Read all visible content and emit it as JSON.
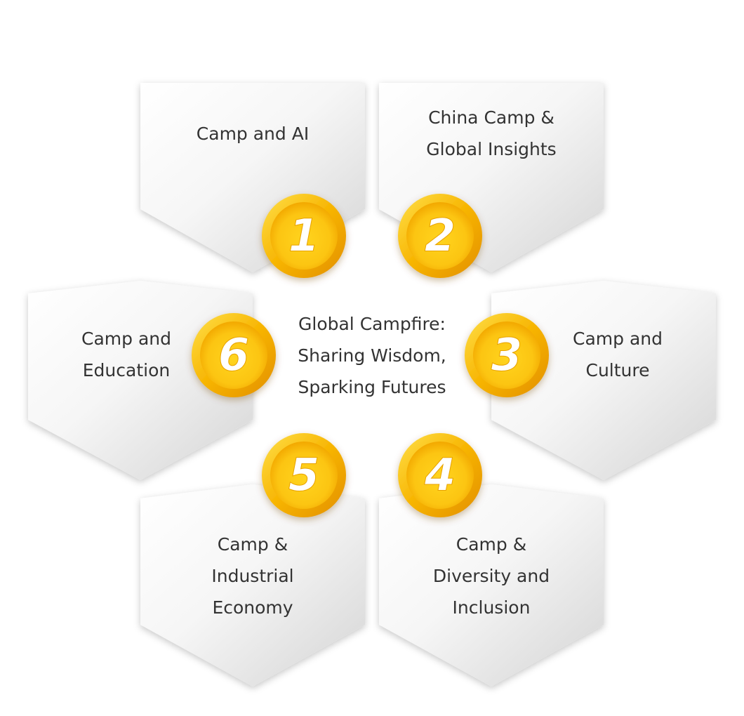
{
  "center": {
    "title": "Global Campfire:\nSharing Wisdom,\nSparking Futures"
  },
  "segments": [
    {
      "number": "1",
      "label": "Camp and AI"
    },
    {
      "number": "2",
      "label": "China Camp &\nGlobal Insights"
    },
    {
      "number": "3",
      "label": "Camp and\nCulture"
    },
    {
      "number": "4",
      "label": "Camp &\nDiversity and\nInclusion"
    },
    {
      "number": "5",
      "label": "Camp &\nIndustrial\nEconomy"
    },
    {
      "number": "6",
      "label": "Camp and\nEducation"
    }
  ],
  "colors": {
    "badge_light": "#FFD21F",
    "badge_dark": "#F0A000",
    "badge_rim": "#F6B200",
    "hex_light": "#FFFFFF",
    "hex_shade": "#D6D6D6",
    "text": "#333333"
  }
}
